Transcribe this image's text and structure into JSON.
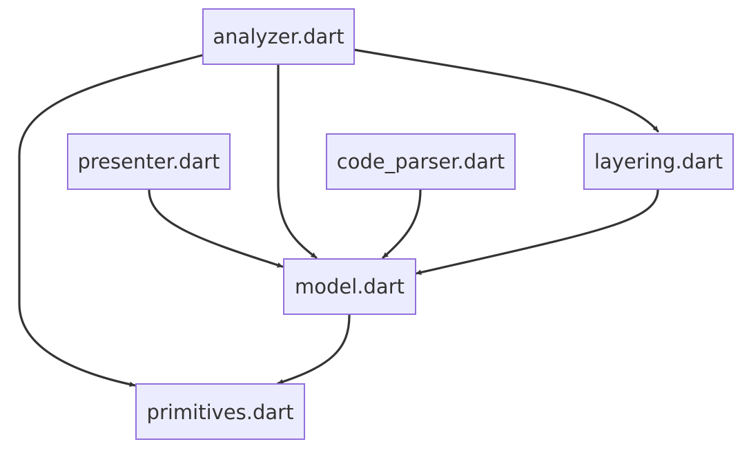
{
  "diagram": {
    "nodes": {
      "analyzer": {
        "label": "analyzer.dart"
      },
      "presenter": {
        "label": "presenter.dart"
      },
      "code_parser": {
        "label": "code_parser.dart"
      },
      "layering": {
        "label": "layering.dart"
      },
      "model": {
        "label": "model.dart"
      },
      "primitives": {
        "label": "primitives.dart"
      }
    },
    "edges": [
      {
        "from": "analyzer.dart",
        "to": "primitives.dart"
      },
      {
        "from": "analyzer.dart",
        "to": "model.dart"
      },
      {
        "from": "analyzer.dart",
        "to": "layering.dart"
      },
      {
        "from": "presenter.dart",
        "to": "model.dart"
      },
      {
        "from": "code_parser.dart",
        "to": "model.dart"
      },
      {
        "from": "layering.dart",
        "to": "model.dart"
      },
      {
        "from": "model.dart",
        "to": "primitives.dart"
      }
    ]
  },
  "colors": {
    "node_fill": "#ECECFF",
    "node_border": "#9370DB",
    "edge": "#333333",
    "text": "#333333"
  }
}
